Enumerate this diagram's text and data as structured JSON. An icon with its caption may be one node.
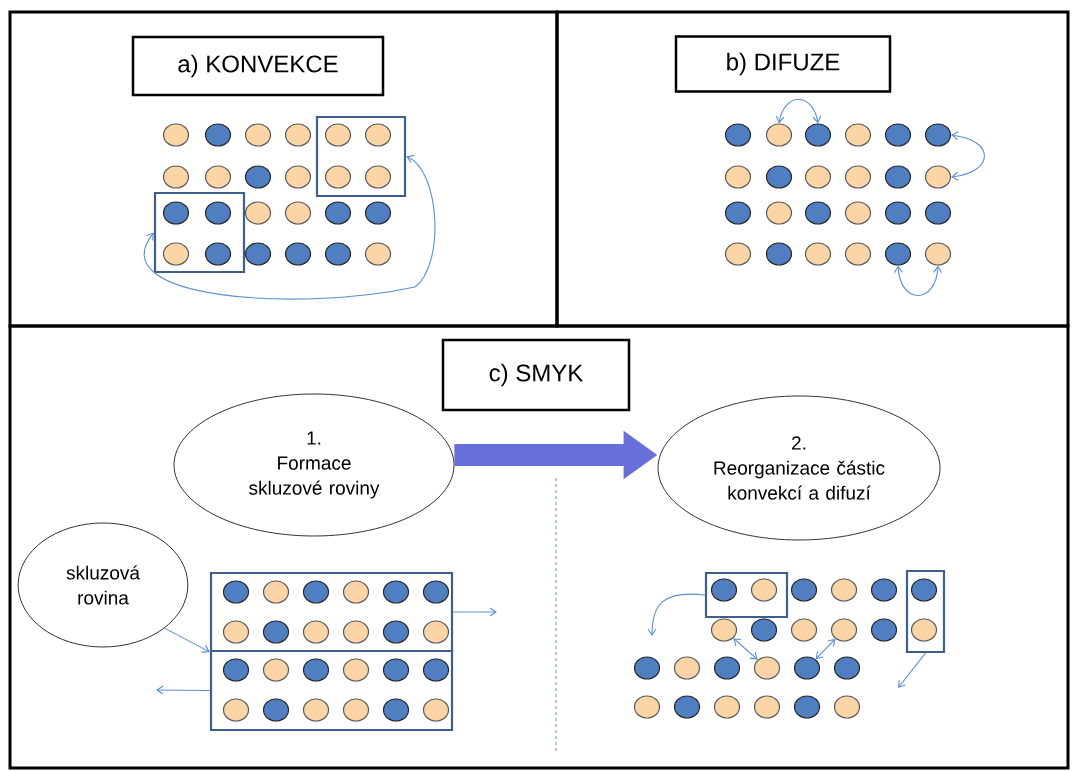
{
  "diagram": {
    "nodes": [
      {
        "text": [],
        "shape": "box"
      },
      {
        "text": [
          "a) KONVEKCE"
        ],
        "in": 0
      },
      {
        "text": [],
        "shape": "box",
        "in": 0
      },
      {
        "text": [],
        "shape": "box",
        "in": 0
      },
      {
        "text": [],
        "shape": "circle",
        "in": 0
      },
      {
        "text": [],
        "shape": "circle",
        "in": 0
      },
      {
        "text": [],
        "shape": "circle",
        "in": 0
      },
      {
        "text": [],
        "shape": "circle",
        "in": 0
      },
      {
        "text": [],
        "shape": "circle",
        "in": 2
      },
      {
        "text": [],
        "shape": "circle",
        "in": 2
      },
      {
        "text": [],
        "shape": "circle",
        "in": 0
      },
      {
        "text": [],
        "shape": "circle",
        "in": 0
      },
      {
        "text": [],
        "shape": "circle",
        "in": 0
      },
      {
        "text": [],
        "shape": "circle",
        "in": 0
      },
      {
        "text": [],
        "shape": "circle",
        "in": 2
      },
      {
        "text": [],
        "shape": "circle",
        "in": 2
      },
      {
        "text": [],
        "shape": "circle",
        "in": 3
      },
      {
        "text": [],
        "shape": "circle",
        "in": 3
      },
      {
        "text": [],
        "shape": "circle",
        "in": 0
      },
      {
        "text": [],
        "shape": "circle",
        "in": 0
      },
      {
        "text": [],
        "shape": "circle",
        "in": 0
      },
      {
        "text": [],
        "shape": "circle",
        "in": 0
      },
      {
        "text": [],
        "shape": "circle",
        "in": 3
      },
      {
        "text": [],
        "shape": "circle",
        "in": 3
      },
      {
        "text": [],
        "shape": "circle",
        "in": 0
      },
      {
        "text": [],
        "shape": "circle",
        "in": 0
      },
      {
        "text": [],
        "shape": "circle",
        "in": 0
      },
      {
        "text": [],
        "shape": "circle",
        "in": 0
      },
      {
        "text": [],
        "shape": "box"
      },
      {
        "text": [
          "b) DIFUZE"
        ],
        "in": 28
      },
      {
        "text": [],
        "shape": "circle",
        "in": 28
      },
      {
        "text": [],
        "shape": "circle",
        "in": 28
      },
      {
        "text": [],
        "shape": "circle",
        "in": 28
      },
      {
        "text": [],
        "shape": "circle",
        "in": 28
      },
      {
        "text": [],
        "shape": "circle",
        "in": 28
      },
      {
        "text": [],
        "shape": "circle",
        "in": 28
      },
      {
        "text": [],
        "shape": "circle",
        "in": 28
      },
      {
        "text": [],
        "shape": "circle",
        "in": 28
      },
      {
        "text": [],
        "shape": "circle",
        "in": 28
      },
      {
        "text": [],
        "shape": "circle",
        "in": 28
      },
      {
        "text": [],
        "shape": "circle",
        "in": 28
      },
      {
        "text": [],
        "shape": "circle",
        "in": 28
      },
      {
        "text": [],
        "shape": "circle",
        "in": 28
      },
      {
        "text": [],
        "shape": "circle",
        "in": 28
      },
      {
        "text": [],
        "shape": "circle",
        "in": 28
      },
      {
        "text": [],
        "shape": "circle",
        "in": 28
      },
      {
        "text": [],
        "shape": "circle",
        "in": 28
      },
      {
        "text": [],
        "shape": "circle",
        "in": 28
      },
      {
        "text": [],
        "shape": "circle",
        "in": 28
      },
      {
        "text": [],
        "shape": "circle",
        "in": 28
      },
      {
        "text": [],
        "shape": "circle",
        "in": 28
      },
      {
        "text": [],
        "shape": "circle",
        "in": 28
      },
      {
        "text": [],
        "shape": "circle",
        "in": 28
      },
      {
        "text": [],
        "shape": "circle",
        "in": 28
      },
      {
        "text": [],
        "shape": "box"
      },
      {
        "text": [
          "c) SMYK"
        ],
        "in": 54
      },
      {
        "text": [
          "1.",
          "Formace skluzové roviny"
        ],
        "in": 54
      },
      {
        "text": [
          "2.",
          "Reorganizace částic konvekcí a difuzí"
        ],
        "in": 54
      },
      {
        "text": [
          "skluzová rovina"
        ],
        "in": 54
      },
      {
        "text": [],
        "shape": "box",
        "in": 54
      },
      {
        "text": [],
        "shape": "box",
        "in": 54
      },
      {
        "text": [],
        "shape": "box",
        "in": 54
      },
      {
        "text": [],
        "shape": "box",
        "in": 54
      },
      {
        "text": [],
        "shape": "circle",
        "in": 59
      },
      {
        "text": [],
        "shape": "circle",
        "in": 59
      },
      {
        "text": [],
        "shape": "circle",
        "in": 59
      },
      {
        "text": [],
        "shape": "circle",
        "in": 59
      },
      {
        "text": [],
        "shape": "circle",
        "in": 59
      },
      {
        "text": [],
        "shape": "circle",
        "in": 59
      },
      {
        "text": [],
        "shape": "circle",
        "in": 59
      },
      {
        "text": [],
        "shape": "circle",
        "in": 59
      },
      {
        "text": [],
        "shape": "circle",
        "in": 59
      },
      {
        "text": [],
        "shape": "circle",
        "in": 59
      },
      {
        "text": [],
        "shape": "circle",
        "in": 59
      },
      {
        "text": [],
        "shape": "circle",
        "in": 59
      },
      {
        "text": [],
        "shape": "circle",
        "in": 60
      },
      {
        "text": [],
        "shape": "circle",
        "in": 60
      },
      {
        "text": [],
        "shape": "circle",
        "in": 60
      },
      {
        "text": [],
        "shape": "circle",
        "in": 60
      },
      {
        "text": [],
        "shape": "circle",
        "in": 60
      },
      {
        "text": [],
        "shape": "circle",
        "in": 60
      },
      {
        "text": [],
        "shape": "circle",
        "in": 60
      },
      {
        "text": [],
        "shape": "circle",
        "in": 60
      },
      {
        "text": [],
        "shape": "circle",
        "in": 60
      },
      {
        "text": [],
        "shape": "circle",
        "in": 60
      },
      {
        "text": [],
        "shape": "circle",
        "in": 60
      },
      {
        "text": [],
        "shape": "circle",
        "in": 60
      },
      {
        "text": [],
        "shape": "circle",
        "in": 61
      },
      {
        "text": [],
        "shape": "circle",
        "in": 61
      },
      {
        "text": [],
        "shape": "circle",
        "in": 54
      },
      {
        "text": [],
        "shape": "circle",
        "in": 54
      },
      {
        "text": [],
        "shape": "circle",
        "in": 54
      },
      {
        "text": [],
        "shape": "circle",
        "in": 62
      },
      {
        "text": [],
        "shape": "circle",
        "in": 54
      },
      {
        "text": [],
        "shape": "circle",
        "in": 54
      },
      {
        "text": [],
        "shape": "circle",
        "in": 54
      },
      {
        "text": [],
        "shape": "circle",
        "in": 54
      },
      {
        "text": [],
        "shape": "circle",
        "in": 54
      },
      {
        "text": [],
        "shape": "circle",
        "in": 62
      },
      {
        "text": [],
        "shape": "circle",
        "in": 54
      },
      {
        "text": [],
        "shape": "circle",
        "in": 54
      },
      {
        "text": [],
        "shape": "circle",
        "in": 54
      },
      {
        "text": [],
        "shape": "circle",
        "in": 54
      },
      {
        "text": [],
        "shape": "circle",
        "in": 54
      },
      {
        "text": [],
        "shape": "circle",
        "in": 54
      },
      {
        "text": [],
        "shape": "circle",
        "in": 54
      },
      {
        "text": [],
        "shape": "circle",
        "in": 54
      },
      {
        "text": [],
        "shape": "circle",
        "in": 54
      },
      {
        "text": [],
        "shape": "circle",
        "in": 54
      },
      {
        "text": [],
        "shape": "circle",
        "in": 54
      },
      {
        "text": [],
        "shape": "circle",
        "in": 54
      }
    ],
    "edges": [
      {
        "from": 3,
        "to": 2,
        "arrow": "both"
      },
      {
        "from": 31,
        "to": 32,
        "arrow": "both"
      },
      {
        "from": 35,
        "to": 41,
        "arrow": "both"
      },
      {
        "from": 52,
        "to": 53,
        "arrow": "both"
      },
      {
        "from": 56,
        "to": 57,
        "arrow": "to",
        "style": "thick",
        "color": "#6670d8"
      },
      {
        "from": 58,
        "to": 59,
        "arrow": "to"
      },
      {
        "from": 59,
        "to": null,
        "arrow": "to"
      },
      {
        "from": 60,
        "to": null,
        "arrow": "to"
      },
      {
        "from": 61,
        "to": null,
        "arrow": "to"
      },
      {
        "from": 62,
        "to": null,
        "arrow": "to"
      },
      {
        "from": 93,
        "to": 102,
        "arrow": "both"
      },
      {
        "from": 96,
        "to": 103,
        "arrow": "both"
      }
    ]
  }
}
